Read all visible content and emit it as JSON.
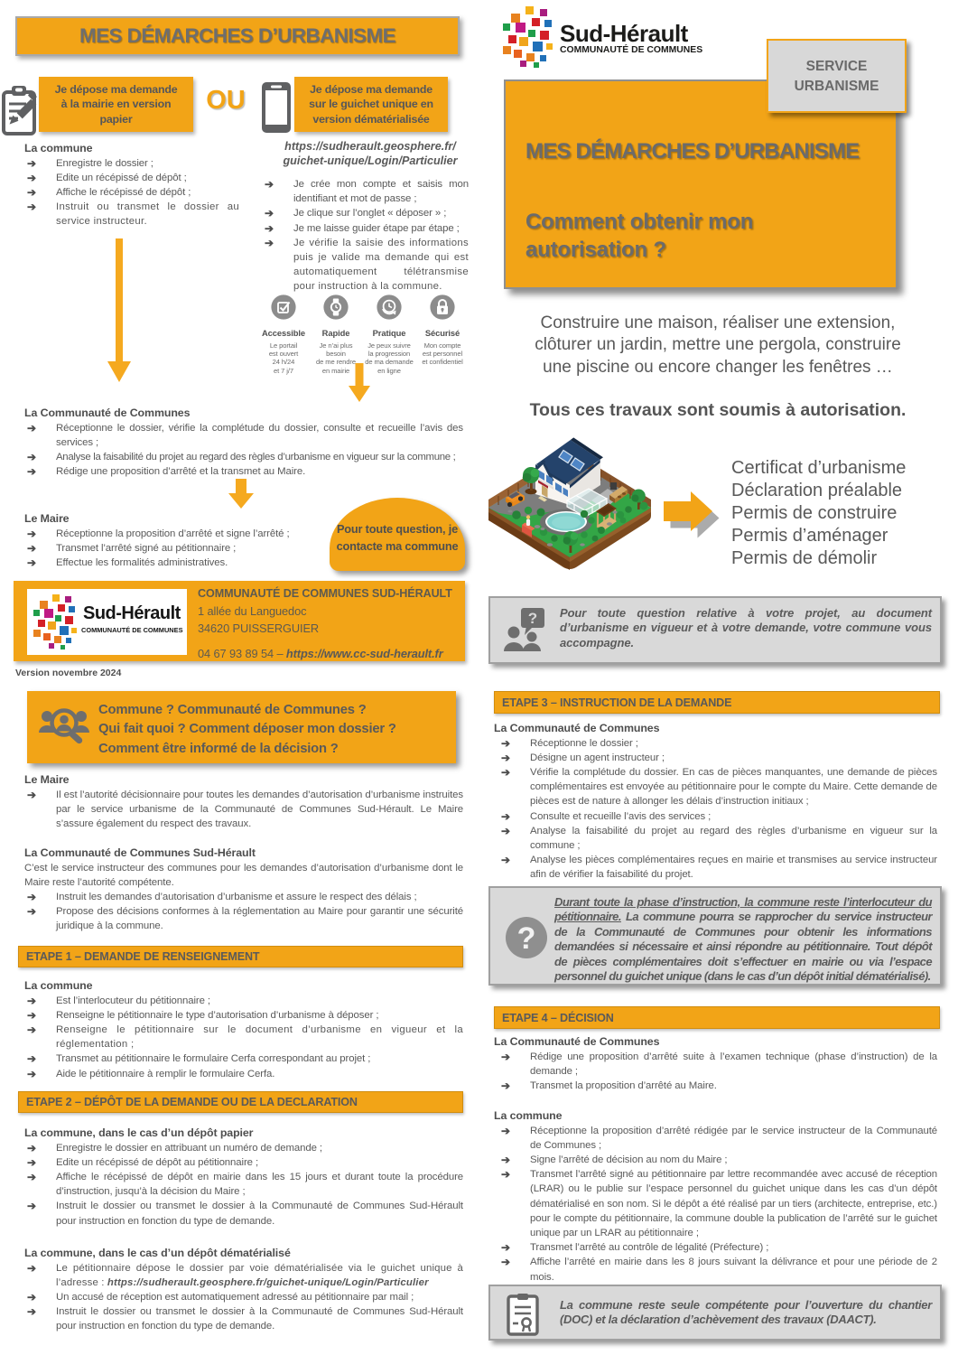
{
  "left": {
    "banner": "MES DÉMARCHES D’URBANISME",
    "option_paper": "Je dépose ma demande à la mairie en version papier",
    "or_label": "OU",
    "option_demat": "Je dépose ma demande sur le guichet unique en version dématérialisée",
    "portal_url_line1": "https://sudherault.geosphere.fr/",
    "portal_url_line2": "guichet-unique/Login/Particulier",
    "commune1": {
      "heading": "La commune",
      "items": [
        "Enregistre le dossier ;",
        "Edite un récépissé de dépôt ;",
        "Affiche le récépissé de dépôt ;",
        "Instruit ou transmet le dossier au service instructeur."
      ]
    },
    "portal_steps": [
      "Je crée mon compte et saisis mon identifiant et mot de passe ;",
      "Je clique sur l’onglet « déposer » ;",
      "Je me laisse guider étape par étape ;",
      "Je vérifie la saisie des informations puis je valide ma demande qui est automatiquement télétransmise pour instruction à la commune."
    ],
    "features": [
      {
        "icon": "checkbox-icon",
        "label": "Accessible",
        "caption": "Le portail\nest ouvert\n24 h/24\net 7 j/7"
      },
      {
        "icon": "watch-icon",
        "label": "Rapide",
        "caption": "Je n’ai plus\nbesoin\nde me rendre\nen mairie"
      },
      {
        "icon": "clock-arrow-icon",
        "label": "Pratique",
        "caption": "Je peux suivre\nla progression\nde ma demande\nen ligne"
      },
      {
        "icon": "padlock-icon",
        "label": "Sécurisé",
        "caption": "Mon compte\nest personnel\net confidentiel"
      }
    ],
    "cdc1": {
      "heading": "La Communauté de Communes",
      "items": [
        "Réceptionne le dossier, vérifie la complétude du dossier, consulte et recueille l’avis des services ;",
        "Analyse la faisabilité du projet au regard des règles d’urbanisme en vigueur sur la commune ;",
        "Rédige une proposition d’arrêté et la transmet au Maire."
      ]
    },
    "maire1": {
      "heading": "Le Maire",
      "items": [
        "Réceptionne la proposition d’arrêté et signe l’arrêté ;",
        "Transmet l’arrêté signé au pétitionnaire ;",
        "Effectue les formalités administratives."
      ]
    },
    "bubble": "Pour toute question, je contacte ma commune",
    "footer": {
      "org": "COMMUNAUTÉ DE COMMUNES SUD-HÉRAULT",
      "address1": "1 allée du Languedoc",
      "address2": "34620 PUISSERGUIER",
      "phone": "04 67 93 89 54 – ",
      "site": "https://www.cc-sud-herault.fr"
    },
    "version": "Version novembre 2024",
    "who": [
      "Commune ? Communauté de Communes ?",
      "Qui fait quoi ? Comment déposer mon dossier ?",
      "Comment être informé de la décision ?"
    ],
    "maire2": {
      "heading": "Le Maire",
      "items": [
        "Il est l’autorité décisionnaire pour toutes les demandes d’autorisation d’urbanisme instruites par le service urbanisme de la Communauté de Communes Sud-Hérault. Le Maire s’assure également du respect des travaux."
      ]
    },
    "cdc2": {
      "heading": "La Communauté de Communes Sud-Hérault",
      "intro": "C’est le service instructeur des communes pour les demandes d’autorisation d’urbanisme dont le Maire reste l’autorité compétente.",
      "items": [
        "Instruit les demandes d’autorisation d’urbanisme et assure le respect des délais ;",
        "Propose des décisions conformes à la réglementation au Maire pour garantir une sécurité juridique à la commune."
      ]
    },
    "etape1": {
      "bar": "ETAPE 1 – DEMANDE DE RENSEIGNEMENT",
      "heading": "La commune",
      "items": [
        "Est l’interlocuteur du pétitionnaire ;",
        "Renseigne le pétitionnaire le type d’autorisation d’urbanisme à déposer ;",
        "Renseigne le pétitionnaire sur le document d’urbanisme en vigueur et la réglementation ;",
        "Transmet au pétitionnaire le formulaire Cerfa correspondant au projet ;",
        "Aide le pétitionnaire à remplir le formulaire Cerfa."
      ]
    },
    "etape2": {
      "bar": "ETAPE 2 – DÉPÔT DE LA DEMANDE OU DE LA DECLARATION",
      "papier": {
        "heading": "La commune, dans le cas d’un dépôt papier",
        "items": [
          "Enregistre le dossier en attribuant un numéro de demande ;",
          "Edite un récépissé de dépôt au pétitionnaire ;",
          "Affiche le récépissé de dépôt en mairie dans les 15 jours et durant toute la procédure d’instruction, jusqu’à la décision du Maire ;",
          "Instruit le dossier ou transmet le dossier à la Communauté de Communes Sud-Hérault pour instruction en fonction du type de demande."
        ]
      },
      "demat": {
        "heading": "La commune, dans le cas d’un dépôt dématérialisé",
        "item1_pre": "Le pétitionnaire dépose le dossier par voie dématérialisée via le guichet unique à l’adresse : ",
        "item1_url": "https://sudherault.geosphere.fr/guichet-unique/Login/Particulier",
        "item2": "Un accusé de réception est automatiquement adressé au pétitionnaire par mail ;",
        "item3": "Instruit le dossier ou transmet le dossier à la Communauté de Communes Sud-Hérault pour instruction en fonction du type de demande."
      }
    }
  },
  "right": {
    "logo": {
      "name": "Sud-Hérault",
      "subtitle": "COMMUNAUTÉ DE COMMUNES"
    },
    "badge_line1": "SERVICE",
    "badge_line2": "URBANISME",
    "hero": {
      "title": "MES DÉMARCHES D’URBANISME",
      "sub_line1": "Comment obtenir mon",
      "sub_line2": "autorisation ?"
    },
    "intro": [
      "Construire une maison, réaliser une extension,",
      "clôturer un jardin, mettre une pergola, construire",
      "une piscine ou encore changer les fenêtres …"
    ],
    "subject": "Tous ces travaux sont soumis à autorisation.",
    "permits": [
      "Certificat d’urbanisme",
      "Déclaration préalable",
      "Permis de construire",
      "Permis d’aménager",
      "Permis de démolir"
    ],
    "note1": "Pour toute question relative à votre projet, au document d’urbanisme en vigueur et à votre demande, votre commune vous accompagne.",
    "etape3": {
      "bar": "ETAPE 3 – INSTRUCTION DE LA DEMANDE",
      "heading": "La Communauté de Communes",
      "items": [
        "Réceptionne le dossier ;",
        "Désigne un agent instructeur ;",
        "Vérifie la complétude du dossier. En cas de pièces manquantes, une demande de pièces complémentaires est envoyée au pétitionnaire pour le compte du Maire. Cette demande de pièces est de nature à allonger les délais d’instruction initiaux ;",
        "Consulte et recueille l’avis des services ;",
        "Analyse la faisabilité du projet au regard des règles d’urbanisme en vigueur sur la commune ;",
        "Analyse les pièces complémentaires reçues en mairie et transmises au service instructeur afin de vérifier la faisabilité du projet."
      ]
    },
    "note2": {
      "underlined": "Durant toute la phase d’instruction, la commune reste l’interlocuteur du pétitionnaire.",
      "rest": " La commune pourra se rapprocher du service instructeur de la Communauté de Communes pour obtenir les informations demandées si nécessaire et ainsi répondre au pétitionnaire. Tout dépôt de pièces complémentaires doit s’effectuer en mairie ou via l’espace personnel du guichet unique (dans le cas d’un dépôt initial dématérialisé)."
    },
    "etape4": {
      "bar": "ETAPE 4 – DÉCISION",
      "cdc": {
        "heading": "La Communauté de Communes",
        "items": [
          "Rédige une proposition d’arrêté suite à l’examen technique (phase d’instruction) de la demande ;",
          "Transmet la proposition d’arrêté au Maire."
        ]
      },
      "commune": {
        "heading": "La commune",
        "items": [
          "Réceptionne la proposition d’arrêté rédigée par le service instructeur de la Communauté de Communes ;",
          "Signe l’arrêté de décision au nom du Maire ;",
          "Transmet l’arrêté signé au pétitionnaire par lettre recommandée avec accusé de réception (LRAR) ou le publie sur l’espace personnel du guichet unique dans les cas d’un dépôt dématérialisé en son nom. Si le dépôt a été réalisé par un tiers (architecte, entreprise, etc.) pour le compte du pétitionnaire, la commune double la publication de l’arrêté sur le guichet unique par un LRAR au pétitionnaire ;",
          "Transmet l’arrêté au contrôle de légalité (Préfecture) ;",
          "Affiche l’arrêté en mairie dans les 8 jours suivant la délivrance et pour une période de 2 mois."
        ]
      }
    },
    "note3": "La commune reste seule compétente pour l’ouverture du chantier (DOC) et la déclaration d’achèvement des travaux (DAACT)."
  }
}
